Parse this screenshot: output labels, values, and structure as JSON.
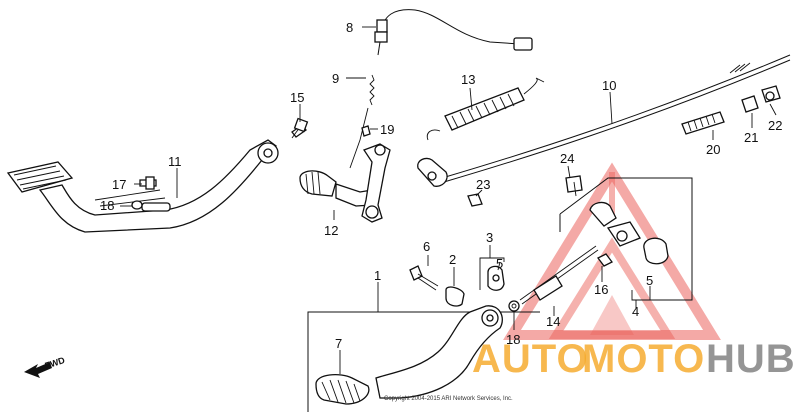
{
  "labels": [
    {
      "id": "1",
      "text": "1"
    },
    {
      "id": "2",
      "text": "2"
    },
    {
      "id": "3",
      "text": "3"
    },
    {
      "id": "4",
      "text": "4"
    },
    {
      "id": "5a",
      "text": "5"
    },
    {
      "id": "5b",
      "text": "5"
    },
    {
      "id": "6",
      "text": "6"
    },
    {
      "id": "7",
      "text": "7"
    },
    {
      "id": "8",
      "text": "8"
    },
    {
      "id": "9",
      "text": "9"
    },
    {
      "id": "10",
      "text": "10"
    },
    {
      "id": "11",
      "text": "11"
    },
    {
      "id": "12",
      "text": "12"
    },
    {
      "id": "13",
      "text": "13"
    },
    {
      "id": "14",
      "text": "14"
    },
    {
      "id": "15",
      "text": "15"
    },
    {
      "id": "16",
      "text": "16"
    },
    {
      "id": "17",
      "text": "17"
    },
    {
      "id": "18a",
      "text": "18"
    },
    {
      "id": "18b",
      "text": "18"
    },
    {
      "id": "19",
      "text": "19"
    },
    {
      "id": "20",
      "text": "20"
    },
    {
      "id": "21",
      "text": "21"
    },
    {
      "id": "22",
      "text": "22"
    },
    {
      "id": "23",
      "text": "23"
    },
    {
      "id": "24",
      "text": "24"
    }
  ],
  "direction": {
    "text": "FWD",
    "icon": "arrow-left-icon"
  },
  "copyright": "Copyright 2004-2015 ARI Network Services, Inc.",
  "watermark": {
    "auto": "AUTO",
    "moto": "MOTO",
    "hub": "HUB",
    "colors": {
      "triangle": "#e8473f",
      "orange": "#f5a623",
      "gray": "#8a8a8a"
    }
  }
}
